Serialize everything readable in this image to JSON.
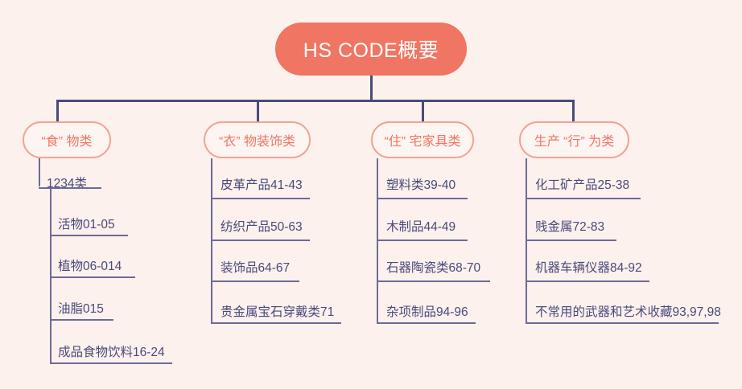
{
  "diagram": {
    "title": "HS CODE概要",
    "type": "mind-map",
    "colors": {
      "background": "#fdf1ee",
      "root_fill": "#f07563",
      "root_text": "#ffffff",
      "branch_border": "#f3a292",
      "branch_fill": "#fdf5f2",
      "branch_text": "#f07563",
      "connector": "#4a4a7a",
      "leaf_text": "#4a4a7a"
    },
    "branches": [
      {
        "label": "“食” 物类",
        "group_label": "1234类",
        "children": [
          "活物01-05",
          "植物06-014",
          "油脂015",
          "成品食物饮料16-24"
        ]
      },
      {
        "label": "“衣” 物装饰类",
        "group_label": null,
        "children": [
          "皮革产品41-43",
          "纺织产品50-63",
          "装饰品64-67",
          "贵金属宝石穿戴类71"
        ]
      },
      {
        "label": "“住” 宅家具类",
        "group_label": null,
        "children": [
          "塑料类39-40",
          "木制品44-49",
          "石器陶瓷类68-70",
          "杂项制品94-96"
        ]
      },
      {
        "label": "生产 “行” 为类",
        "group_label": null,
        "children": [
          "化工矿产品25-38",
          "贱金属72-83",
          "机器车辆仪器84-92",
          "不常用的武器和艺术收藏93,97,98"
        ]
      }
    ]
  }
}
